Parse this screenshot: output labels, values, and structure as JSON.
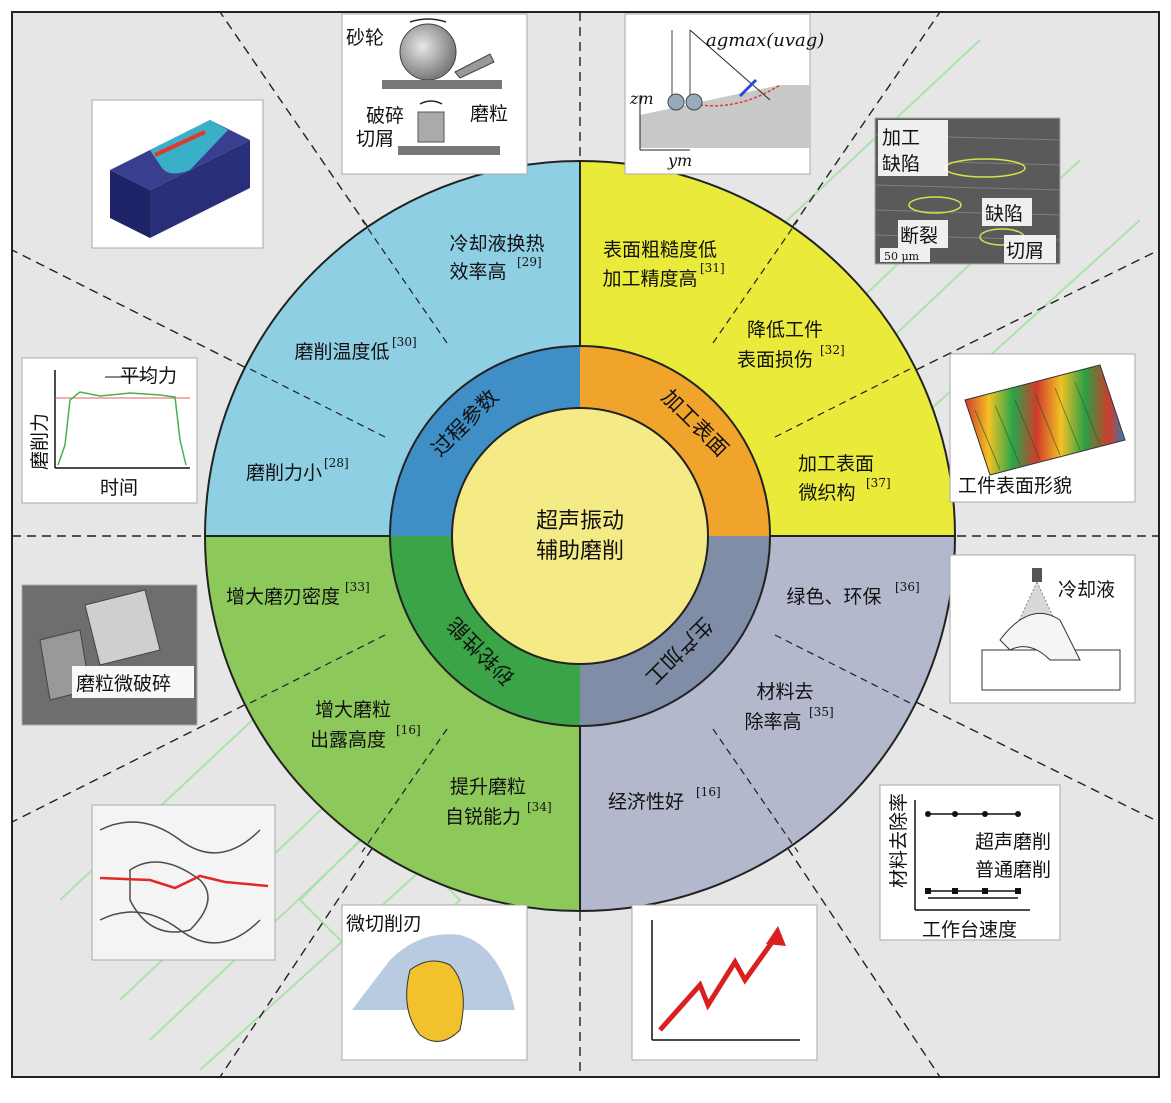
{
  "center": {
    "line1": "超声振动",
    "line2": "辅助磨削"
  },
  "quadrants": {
    "process": {
      "title": "过程参数",
      "color": "#8fcfe3",
      "ring_color": "#3f8fc6",
      "items": [
        {
          "line1": "冷却液换热",
          "line2": "效率高",
          "ref": "[29]"
        },
        {
          "line1": "磨削温度低",
          "line2": "",
          "ref": "[30]"
        },
        {
          "line1": "磨削力小",
          "line2": "",
          "ref": "[28]"
        }
      ]
    },
    "surface": {
      "title": "加工表面",
      "color": "#e9ea3a",
      "ring_color": "#f0a42c",
      "items": [
        {
          "line1": "表面粗糙度低",
          "line2": "加工精度高",
          "ref": "[31]"
        },
        {
          "line1": "降低工件",
          "line2": "表面损伤",
          "ref": "[32]"
        },
        {
          "line1": "加工表面",
          "line2": "微织构",
          "ref": "[37]"
        }
      ]
    },
    "production": {
      "title": "生产加工",
      "color": "#b3b8cc",
      "ring_color": "#7f8ea6",
      "items": [
        {
          "line1": "绿色、环保",
          "line2": "",
          "ref": "[36]"
        },
        {
          "line1": "材料去",
          "line2": "除率高",
          "ref": "[35]"
        },
        {
          "line1": "经济性好",
          "line2": "",
          "ref": "[16]"
        }
      ]
    },
    "wheel": {
      "title": "砂轮性能",
      "color": "#8dc85a",
      "ring_color": "#3aa446",
      "items": [
        {
          "line1": "增大磨刃密度",
          "line2": "",
          "ref": "[33]"
        },
        {
          "line1": "增大磨粒",
          "line2": "出露高度",
          "ref": "[16]"
        },
        {
          "line1": "提升磨粒",
          "line2": "自锐能力",
          "ref": "[34]"
        }
      ]
    }
  },
  "thumbnails": {
    "grinding": {
      "wheel": "砂轮",
      "broken": "破碎",
      "chips": "切屑",
      "grain": "磨粒"
    },
    "trajectory": {
      "formula": "agmax(uvag)",
      "z_axis": "zm",
      "y_axis": "ym"
    },
    "sem_defects": {
      "defect1": "加工",
      "defect2": "缺陷",
      "defect3": "缺陷",
      "fracture": "断裂",
      "chip": "切屑",
      "scale": "50 μm"
    },
    "surface_topo": {
      "caption": "工件表面形貌"
    },
    "coolant": {
      "label": "冷却液"
    },
    "mrr_chart": {
      "ylabel": "材料去除率",
      "xlabel": "工作台速度",
      "series1": "超声磨削",
      "series2": "普通磨削"
    },
    "force_chart": {
      "ylabel": "磨削力",
      "xlabel": "时间",
      "avg": "平均力"
    },
    "micro_fracture": {
      "caption": "磨粒微破碎"
    },
    "micro_edge": {
      "label": "微切削刃"
    }
  }
}
